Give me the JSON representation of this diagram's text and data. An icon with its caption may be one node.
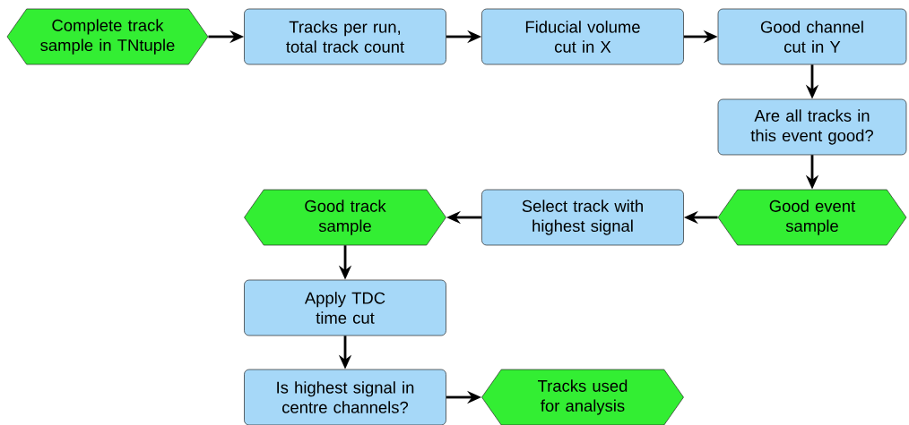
{
  "diagram": {
    "nodes": [
      {
        "text": [
          "Complete track sample in TNtuple"
        ]
      },
      {
        "text": [
          "Tracks per run, total track count"
        ]
      },
      {
        "text": [
          "Fiducial volume cut in X"
        ]
      },
      {
        "text": [
          "Good channel cut in Y"
        ]
      },
      {
        "text": [
          "Are all tracks in this event good?"
        ]
      },
      {
        "text": [
          "Good event sample"
        ]
      },
      {
        "text": [
          "Select track with highest signal"
        ]
      },
      {
        "text": [
          "Good track sample"
        ]
      },
      {
        "text": [
          "Apply TDC time cut"
        ]
      },
      {
        "text": [
          "Is highest signal in centre channels?"
        ]
      },
      {
        "text": [
          "Tracks used for analysis"
        ]
      }
    ],
    "edges": [
      {
        "from": 0,
        "to": 1,
        "arrow": "to"
      },
      {
        "from": 1,
        "to": 2,
        "arrow": "to"
      },
      {
        "from": 2,
        "to": 3,
        "arrow": "to"
      },
      {
        "from": 3,
        "to": 4,
        "arrow": "to"
      },
      {
        "from": 4,
        "to": 5,
        "arrow": "to"
      },
      {
        "from": 5,
        "to": 6,
        "arrow": "to"
      },
      {
        "from": 6,
        "to": 7,
        "arrow": "to"
      },
      {
        "from": 7,
        "to": 8,
        "arrow": "to"
      },
      {
        "from": 8,
        "to": 9,
        "arrow": "to"
      },
      {
        "from": 9,
        "to": 10,
        "arrow": "to"
      }
    ]
  }
}
